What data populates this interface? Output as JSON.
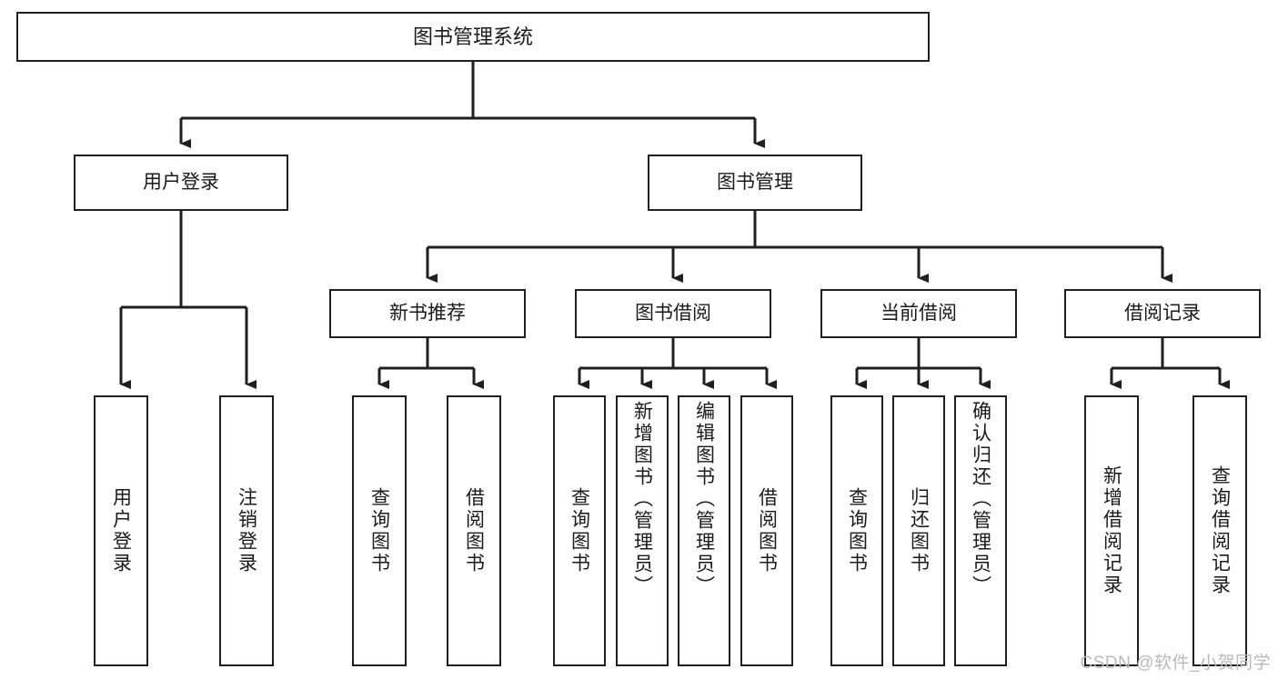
{
  "diagram": {
    "type": "tree",
    "title": "图书管理系统",
    "root": {
      "label": "图书管理系统"
    },
    "level2": [
      {
        "label": "用户登录"
      },
      {
        "label": "图书管理"
      }
    ],
    "level3": [
      {
        "label": "新书推荐"
      },
      {
        "label": "图书借阅"
      },
      {
        "label": "当前借阅"
      },
      {
        "label": "借阅记录"
      }
    ],
    "leaves": {
      "user_login": [
        {
          "label": "用户登录"
        },
        {
          "label": "注销登录"
        }
      ],
      "new_book_recommend": [
        {
          "label": "查询图书"
        },
        {
          "label": "借阅图书"
        }
      ],
      "book_borrow": [
        {
          "label": "查询图书"
        },
        {
          "label": "新增图书（管理员）"
        },
        {
          "label": "编辑图书（管理员）"
        },
        {
          "label": "借阅图书"
        }
      ],
      "current_borrow": [
        {
          "label": "查询图书"
        },
        {
          "label": "归还图书"
        },
        {
          "label": "确认归还（管理员）"
        }
      ],
      "borrow_records": [
        {
          "label": "新增借阅记录"
        },
        {
          "label": "查询借阅记录"
        }
      ]
    }
  },
  "watermark": {
    "text": "CSDN @软件_小贺同学"
  },
  "colors": {
    "stroke": "#1f1f1f",
    "background": "#ffffff",
    "text": "#1a1a1a",
    "watermark": "#b9b9b9"
  }
}
